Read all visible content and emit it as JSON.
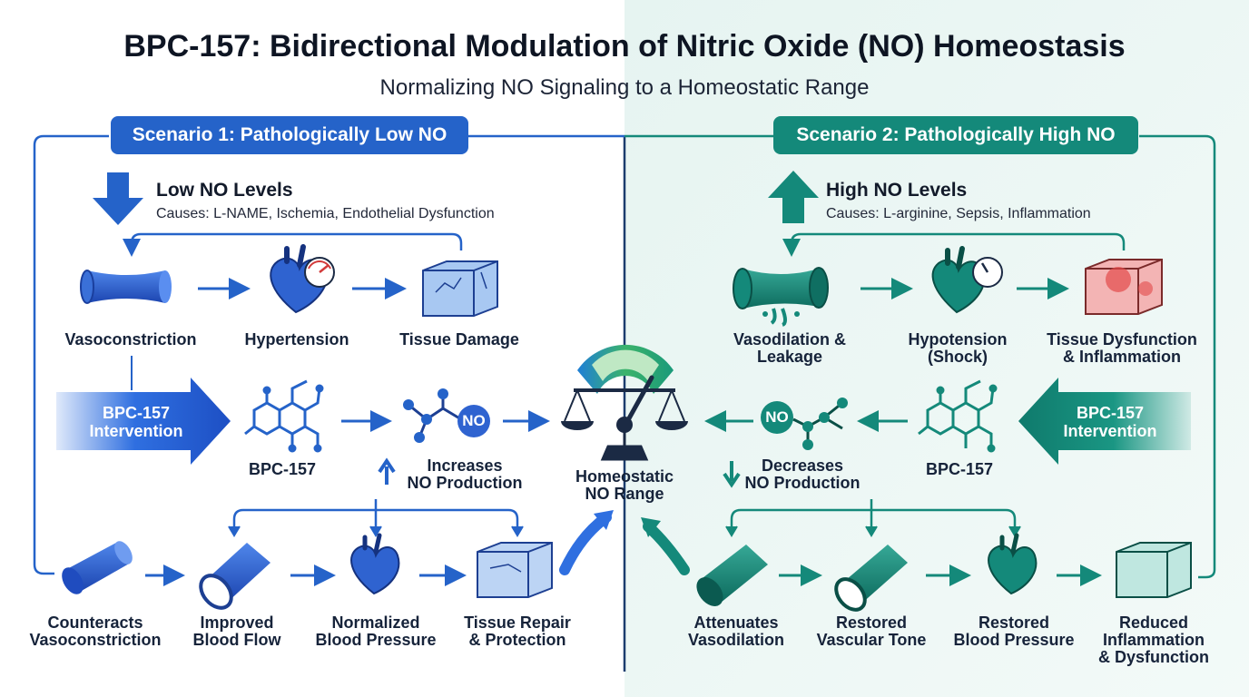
{
  "title": "BPC-157: Bidirectional Modulation of Nitric Oxide (NO) Homeostasis",
  "subtitle": "Normalizing NO Signaling to a Homeostatic Range",
  "colors": {
    "blue": "#2563c9",
    "teal": "#14897a",
    "dark": "#16233a"
  },
  "center": {
    "label_line1": "Homeostatic",
    "label_line2": "NO Range",
    "icon": "balance-scale-icon"
  },
  "scenario1": {
    "header": "Scenario 1: Pathologically Low NO",
    "level_title": "Low NO Levels",
    "causes": "Causes: L-NAME, Ischemia, Endothelial Dysfunction",
    "problems": [
      "Vasoconstriction",
      "Hypertension",
      "Tissue Damage"
    ],
    "intervention": [
      "BPC-157",
      "Intervention"
    ],
    "molecule_label": "BPC-157",
    "no_label": "NO",
    "effect": [
      "Increases",
      "NO Production"
    ],
    "outcomes": [
      [
        "Counteracts",
        "Vasoconstriction"
      ],
      [
        "Improved",
        "Blood Flow"
      ],
      [
        "Normalized",
        "Blood Pressure"
      ],
      [
        "Tissue Repair",
        "& Protection"
      ]
    ]
  },
  "scenario2": {
    "header": "Scenario 2: Pathologically High NO",
    "level_title": "High NO Levels",
    "causes": "Causes: L-arginine, Sepsis, Inflammation",
    "problems": [
      [
        "Vasodilation &",
        "Leakage"
      ],
      [
        "Hypotension",
        "(Shock)"
      ],
      [
        "Tissue Dysfunction",
        "& Inflammation"
      ]
    ],
    "intervention": [
      "BPC-157",
      "Intervention"
    ],
    "molecule_label": "BPC-157",
    "no_label": "NO",
    "effect": [
      "Decreases",
      "NO Production"
    ],
    "outcomes": [
      [
        "Attenuates",
        "Vasodilation"
      ],
      [
        "Restored",
        "Vascular Tone"
      ],
      [
        "Restored",
        "Blood Pressure"
      ],
      [
        "Reduced",
        "Inflammation",
        "& Dysfunction"
      ]
    ]
  }
}
